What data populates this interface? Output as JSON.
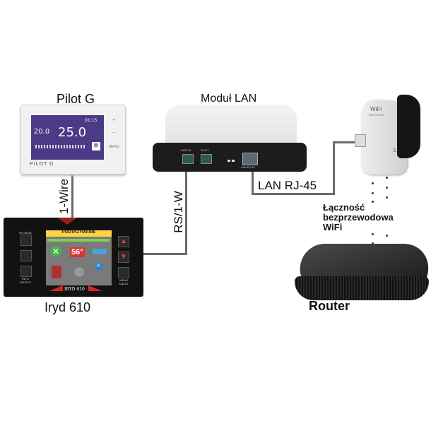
{
  "labels": {
    "pilot_g": "Pilot G",
    "modul_lan": "Moduł LAN",
    "iryd_610": "Iryd 610",
    "router": "Router",
    "wire_1": "1-Wire",
    "rs_1w": "RS/1-W",
    "lan_rj45": "LAN RJ-45",
    "wireless": [
      "Łączność",
      "bezprzewodowa",
      "WiFi"
    ]
  },
  "pilot_device": {
    "brand": "PILOT G",
    "temp": "25.0",
    "temp_small": "20.0",
    "time": "01:15",
    "buttons": [
      "+",
      "−",
      "MENU"
    ]
  },
  "iryd_device": {
    "brand": "IRYD 610",
    "screen_title": "PODTRZYMANIE",
    "screen_temp": "56°",
    "left_labels": [
      "WYJŚCIE",
      "INFO WIDOCZ"
    ],
    "right_labels": [
      "MENU DALEJ"
    ]
  },
  "lan_device": {
    "port_labels": [
      "DISP-IN",
      "PILOT",
      "LAN RJ-45"
    ]
  },
  "repeater": {
    "brand": "WiFi",
    "sub": "REPEATER"
  },
  "colors": {
    "cable": "#6a6a6a",
    "pilot_screen": "#4b3b87",
    "iryd_bg": "#121212",
    "iryd_accent": "#d4261f"
  }
}
